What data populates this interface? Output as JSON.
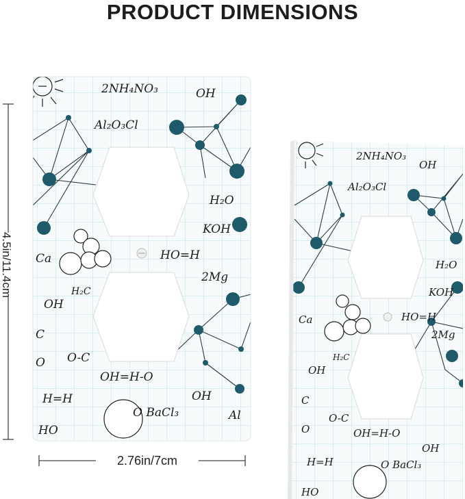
{
  "title": "PRODUCT DIMENSIONS",
  "dimensions": {
    "height_label": "4.5in/11.4cm",
    "width_label": "2.76in/7cm"
  },
  "formulas": {
    "f1": "2NH₄NO₃",
    "f2": "OH",
    "f3": "Al₂O₃Cl",
    "f4": "H₂O",
    "f5": "KOH",
    "f6": "HO=H",
    "f7": "2Mg",
    "f8": "Ca",
    "f9": "H₂C",
    "f10": "OH",
    "f11": "C",
    "f12": "O",
    "f13": "O-C",
    "f14": "OH=H-O",
    "f15": "H=H",
    "f16": "OH",
    "f17": "O BaCl₃",
    "f18": "Al",
    "f19": "HO"
  },
  "colors": {
    "node": "#1f5a6b",
    "grid": "#bfe2e4",
    "plate": "#f6fbfc",
    "ink": "#1a1a1a"
  }
}
